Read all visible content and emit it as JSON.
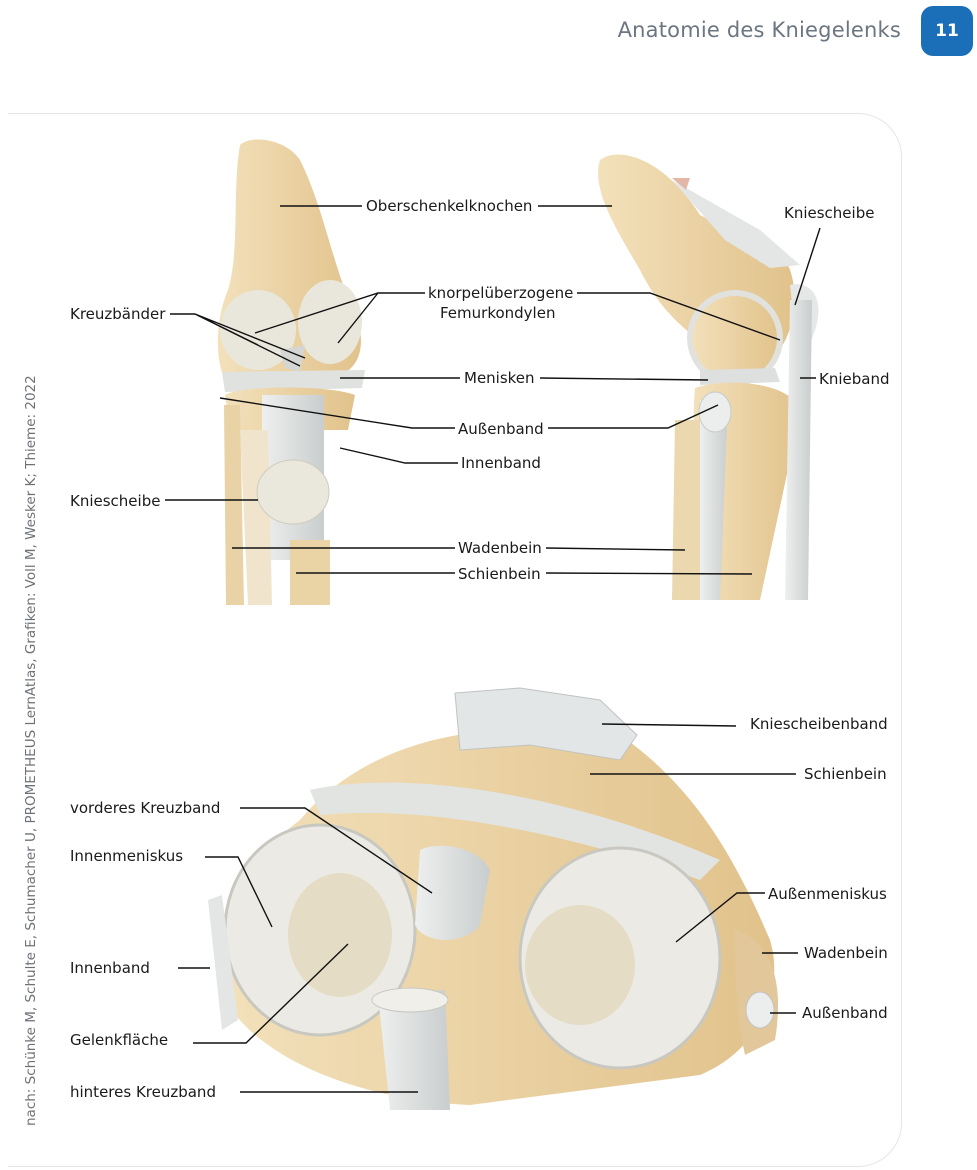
{
  "header": {
    "title": "Anatomie des Kniegelenks",
    "page_number": "11"
  },
  "credit": "nach: Schünke M, Schulte E, Schumacher U, PROMETHEUS LernAtlas, Grafiken: Voll M, Wesker K; Thieme: 2022",
  "labels": {
    "oberschenkelknochen": "Oberschenkelknochen",
    "kniescheibe_right": "Kniescheibe",
    "kreuzbaender": "Kreuzbänder",
    "femurkondylen_1": "knorpelüberzogene",
    "femurkondylen_2": "Femurkondylen",
    "menisken": "Menisken",
    "knieband": "Knieband",
    "aussenband_top": "Außenband",
    "innenband_top": "Innenband",
    "kniescheibe_left": "Kniescheibe",
    "wadenbein_top": "Wadenbein",
    "schienbein_top": "Schienbein",
    "kniescheibenband": "Kniescheibenband",
    "schienbein_bottom": "Schienbein",
    "vorderes_kreuzband": "vorderes Kreuzband",
    "innenmeniskus": "Innenmeniskus",
    "aussenmeniskus": "Außenmeniskus",
    "innenband_bottom": "Innenband",
    "wadenbein_bottom": "Wadenbein",
    "gelenkflaeche": "Gelenkfläche",
    "aussenband_bottom": "Außenband",
    "hinteres_kreuzband": "hinteres Kreuzband"
  },
  "colors": {
    "badge": "#1b6fb8",
    "bone": "#ecd3a3",
    "cartilage": "#e6e6de",
    "ligament": "#d9dcdc"
  }
}
